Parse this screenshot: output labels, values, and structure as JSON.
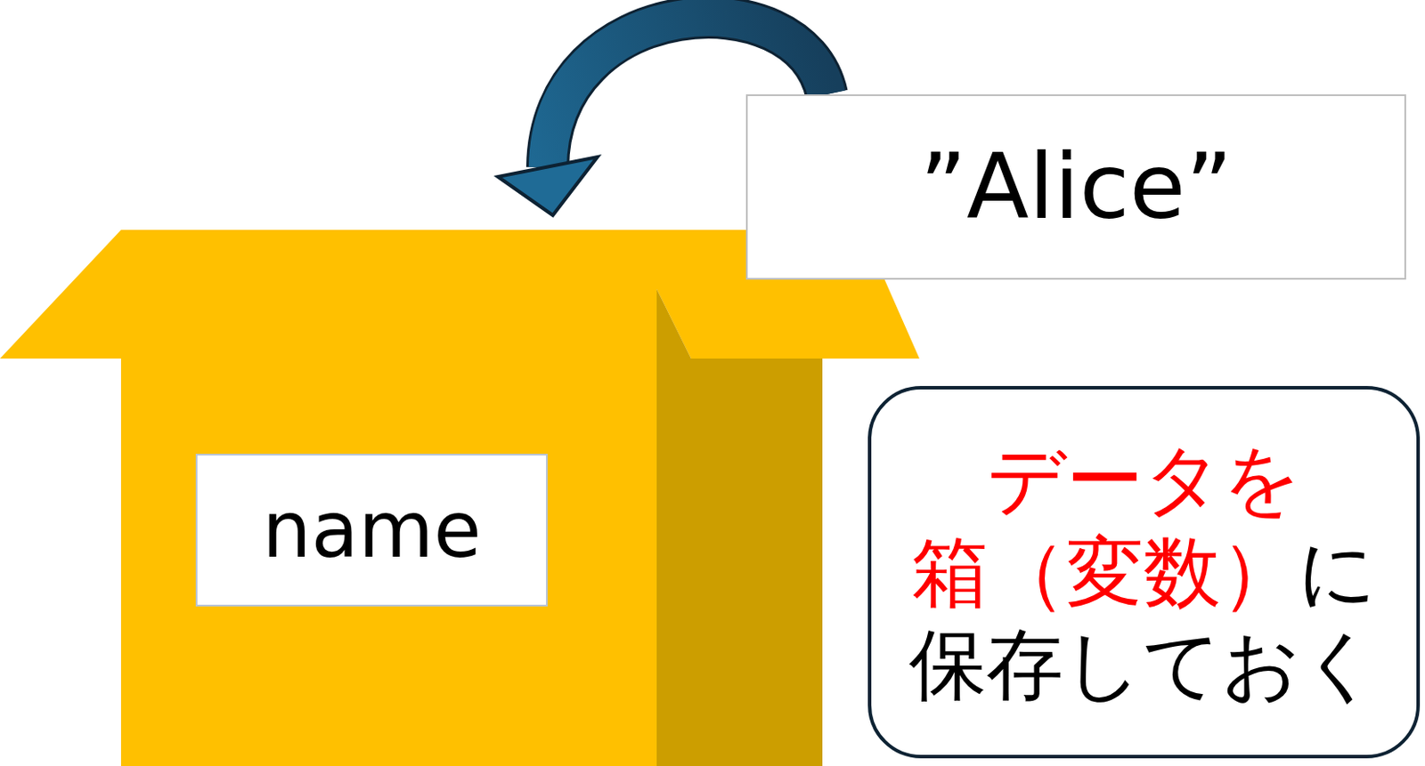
{
  "diagram": {
    "nodes": [
      {
        "text": [
          "”Alice”"
        ]
      },
      {
        "text": [
          "name"
        ]
      },
      {
        "text": [
          "データを箱（変数）に保存しておく"
        ]
      }
    ],
    "edges": [
      {
        "from": 0,
        "to": 1,
        "arrow": "to"
      }
    ]
  }
}
